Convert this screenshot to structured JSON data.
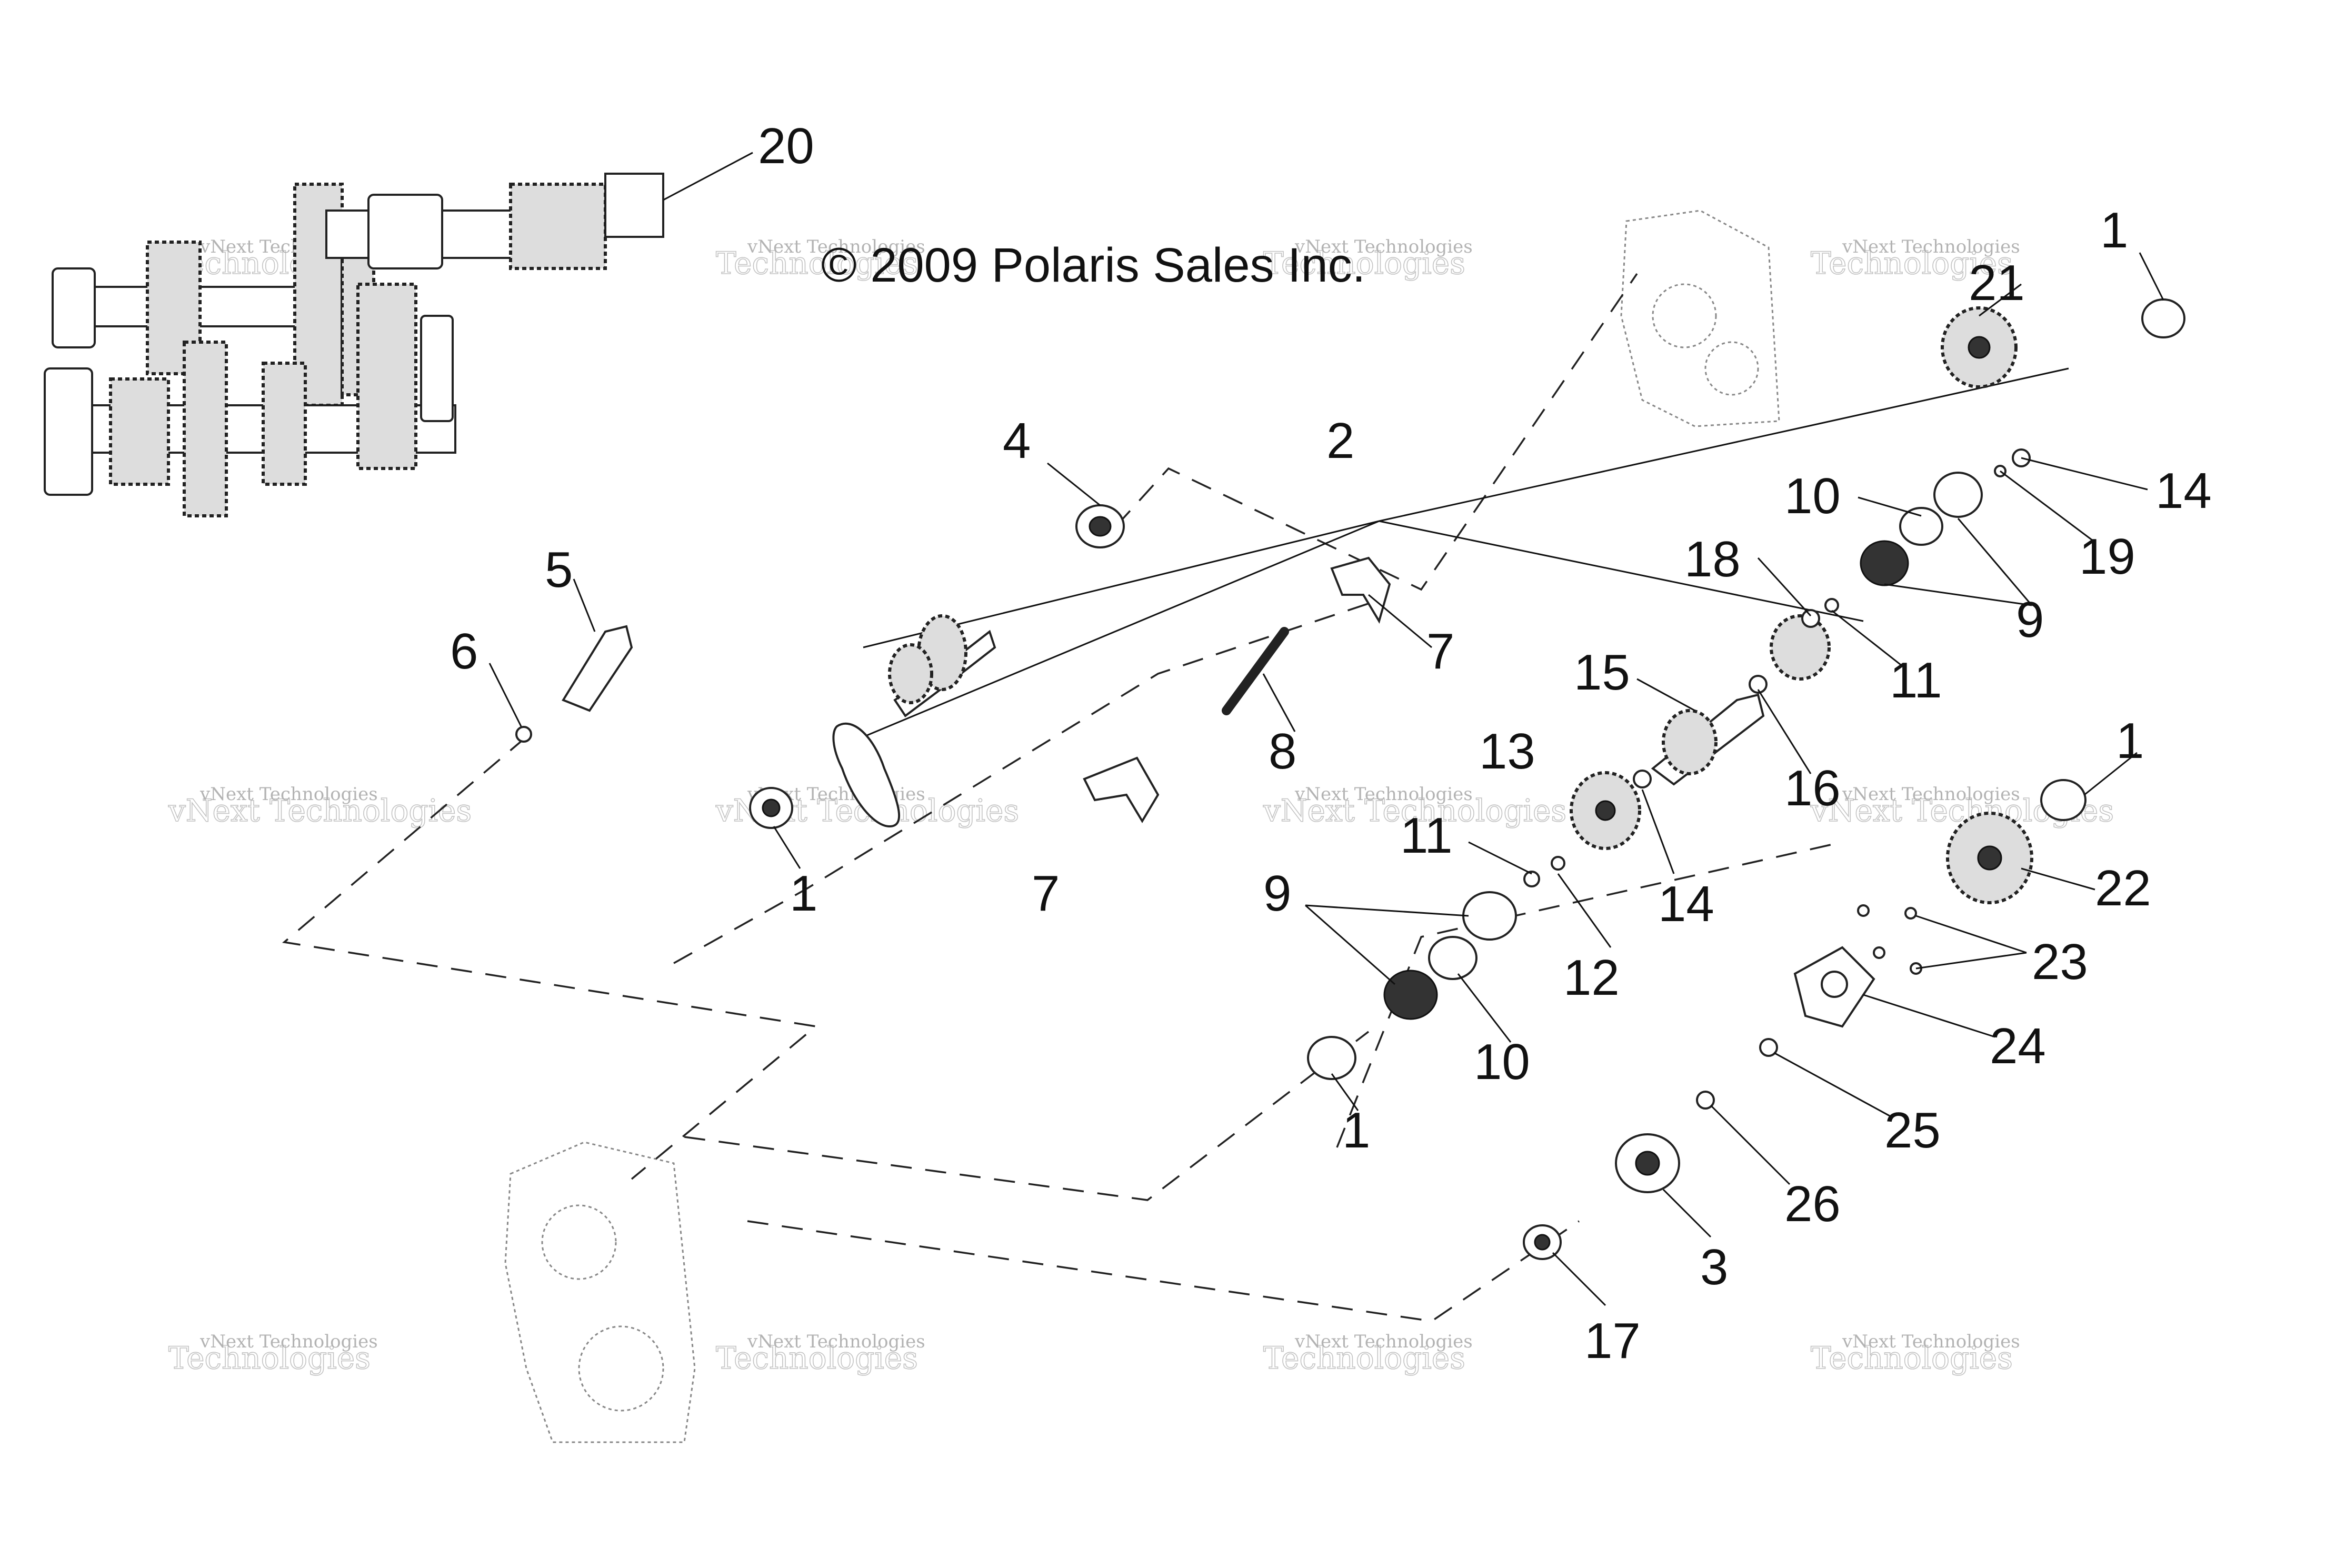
{
  "copyright": "© 2009 Polaris Sales Inc.",
  "watermark": {
    "line1": "vNext Technologies",
    "line2": "Technologies"
  },
  "callouts": {
    "c20": "20",
    "c1a": "1",
    "c21": "21",
    "c14a": "14",
    "c10a": "10",
    "c19": "19",
    "c9a": "9",
    "c18": "18",
    "c11a": "11",
    "c2": "2",
    "c4": "4",
    "c7a": "7",
    "c7b": "7",
    "c8": "8",
    "c5": "5",
    "c6": "6",
    "c1b": "1",
    "c15": "15",
    "c16": "16",
    "c13": "13",
    "c14b": "14",
    "c11b": "11",
    "c12": "12",
    "c9b": "9",
    "c10b": "10",
    "c1c": "1",
    "c1d": "1",
    "c22": "22",
    "c23": "23",
    "c24": "24",
    "c25": "25",
    "c26": "26",
    "c3": "3",
    "c17": "17"
  }
}
